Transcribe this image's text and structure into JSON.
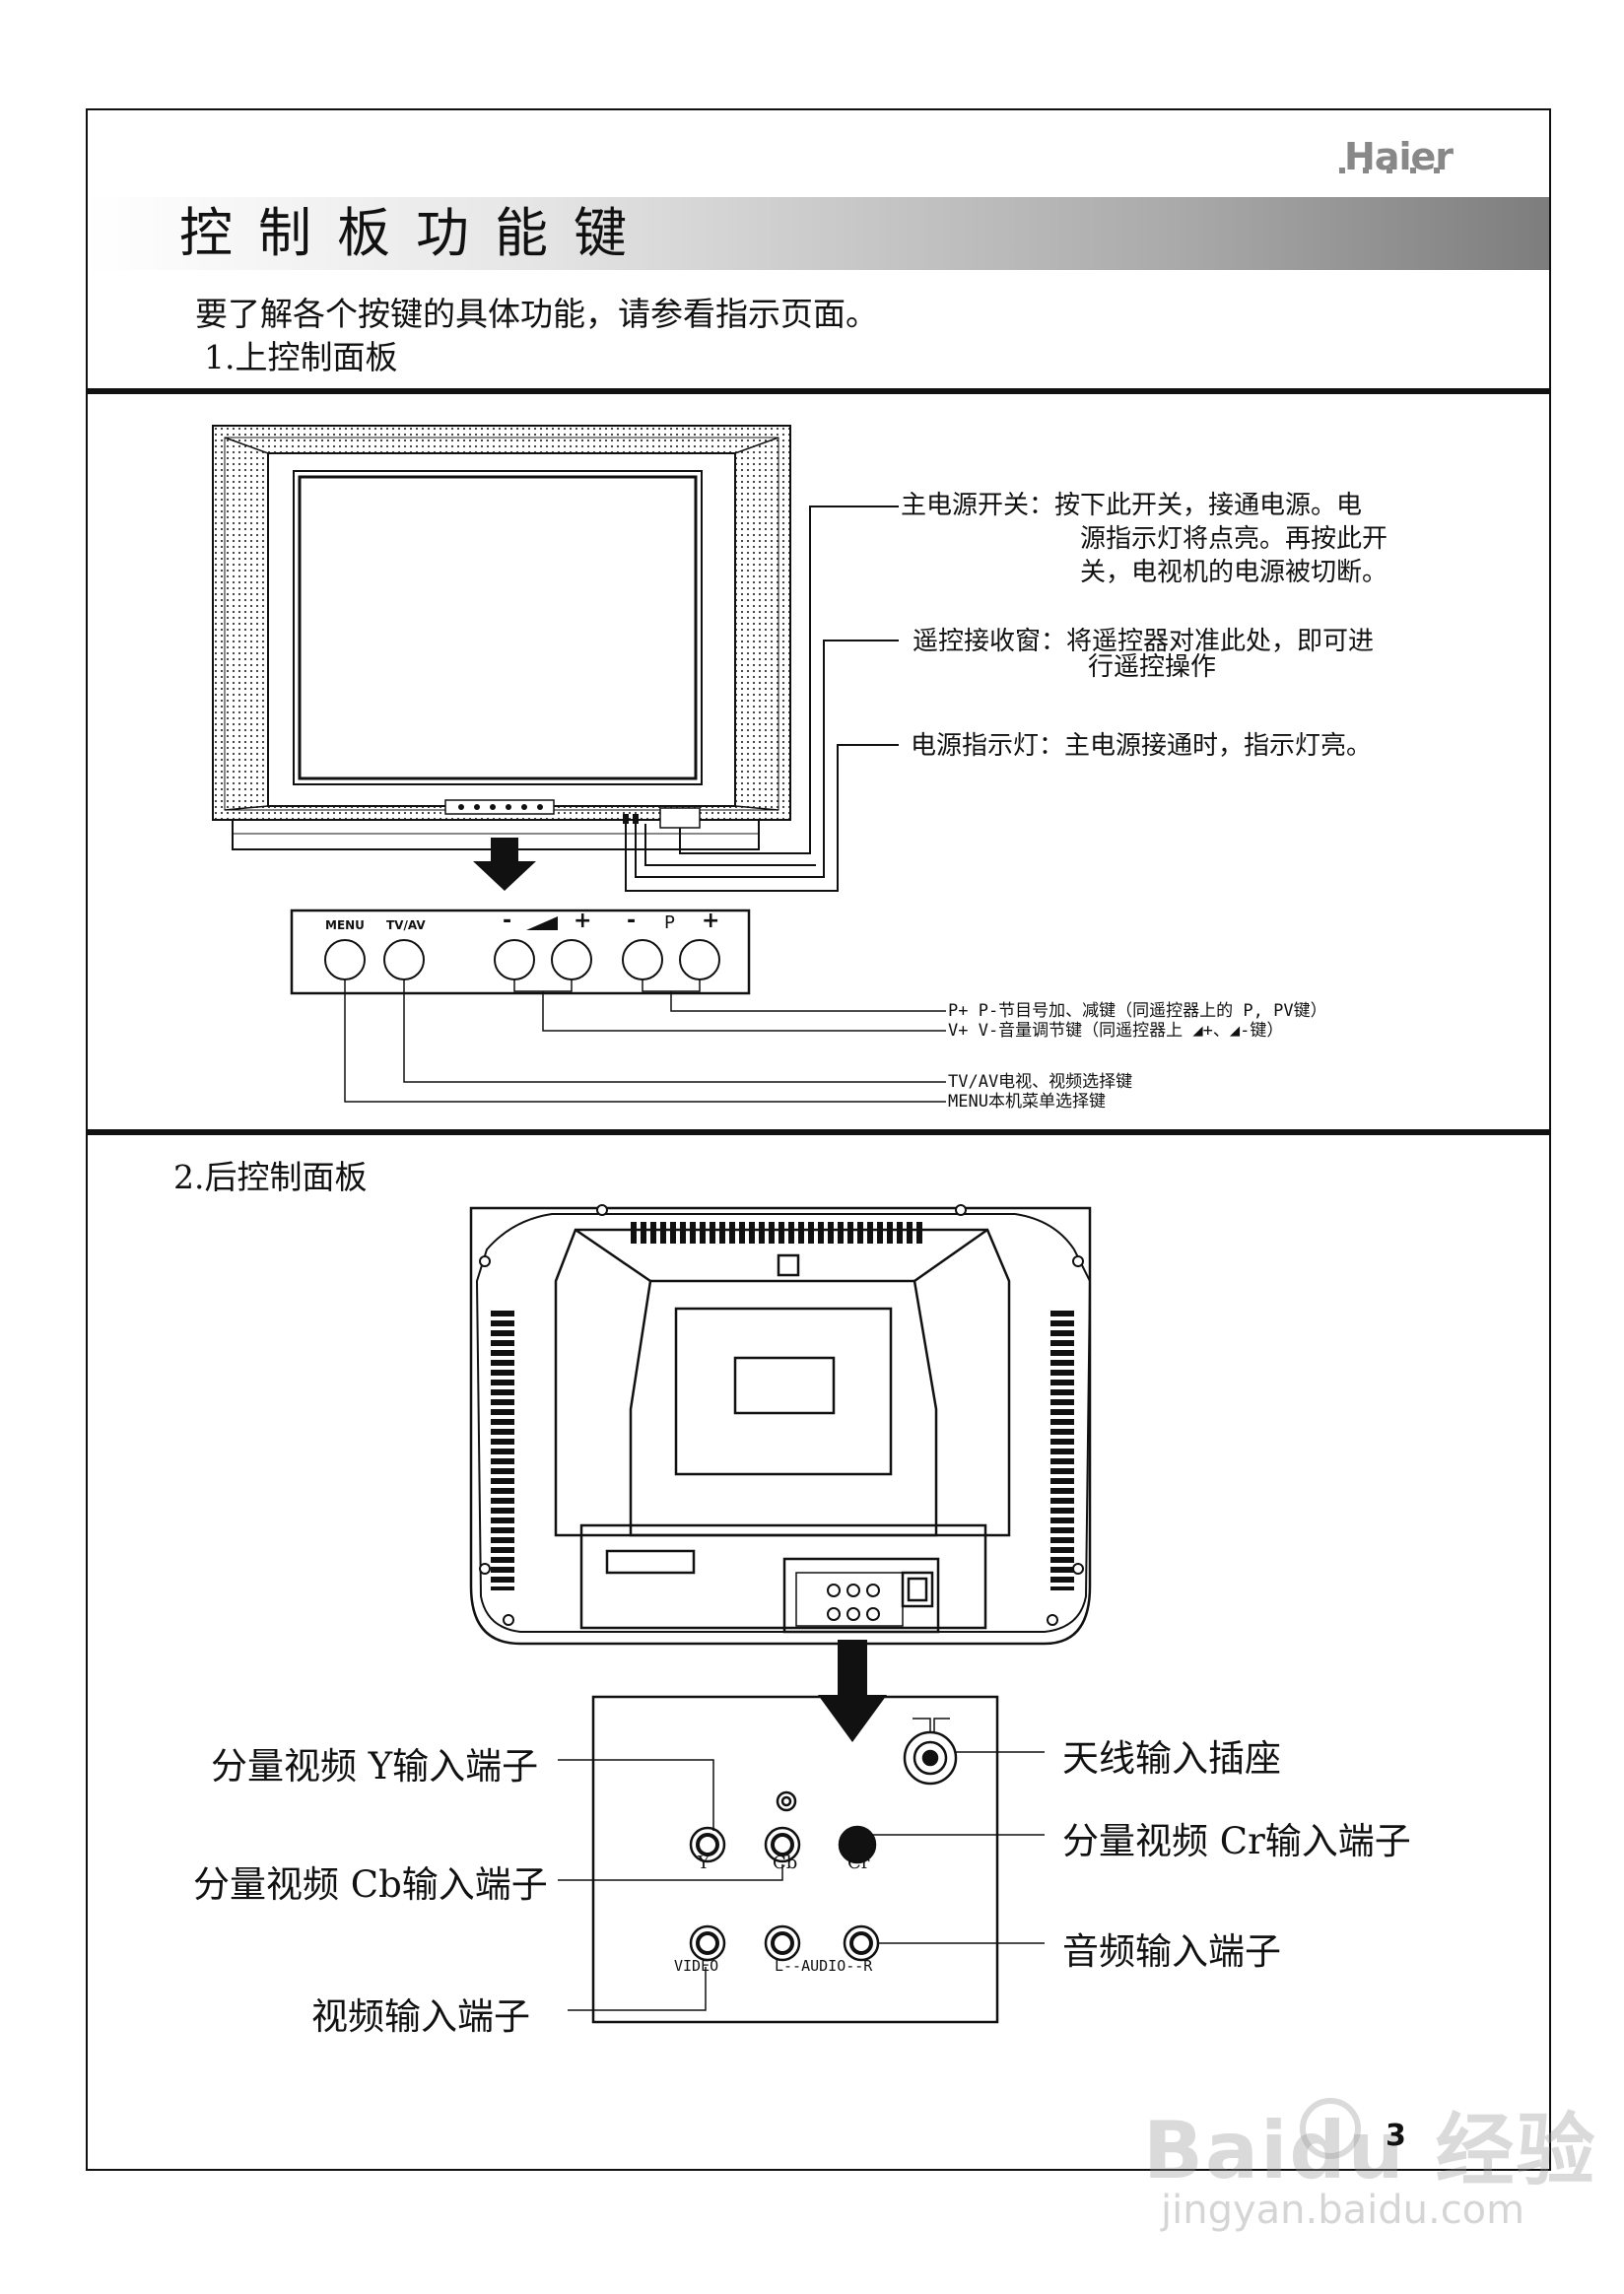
{
  "header": {
    "brand": "Haier",
    "title": "控制板功能键",
    "intro": "要了解各个按键的具体功能，请参看指示页面。"
  },
  "section1": {
    "heading": "1.上控制面板",
    "callouts": {
      "power_switch": [
        "主电源开关：按下此开关，接通电源。电",
        "源指示灯将点亮。再按此开",
        "关，电视机的电源被切断。"
      ],
      "remote_window": [
        "遥控接收窗：将遥控器对准此处，即可进",
        "行遥控操作"
      ],
      "power_led": [
        "电源指示灯：主电源接通时，指示灯亮。"
      ]
    },
    "panel_labels": {
      "menu": "MENU",
      "tvav": "TV/AV",
      "minus1": "-",
      "plus1": "+",
      "minus2": "-",
      "p": "P",
      "plus2": "+"
    },
    "button_notes": [
      "P+ P-节目号加、减键（同遥控器上的 P, PV键）",
      "V+ V-音量调节键（同遥控器上 ◢+、◢-键）",
      "TV/AV电视、视频选择键",
      "MENU本机菜单选择键"
    ]
  },
  "section2": {
    "heading": "2.后控制面板",
    "labels": {
      "y_in": "分量视频 Y输入端子",
      "cb_in": "分量视频 Cb输入端子",
      "video_in": "视频输入端子",
      "antenna": "天线输入插座",
      "cr_in": "分量视频 Cr输入端子",
      "audio_in": "音频输入端子"
    },
    "jacks": {
      "y": "Y",
      "cb": "Cb",
      "cr": "Cr",
      "video": "VIDEO",
      "audio": "L--AUDIO--R"
    }
  },
  "footer": {
    "page_number": "3",
    "watermark": "Baidu 经验",
    "watermark_url": "jingyan.baidu.com"
  }
}
